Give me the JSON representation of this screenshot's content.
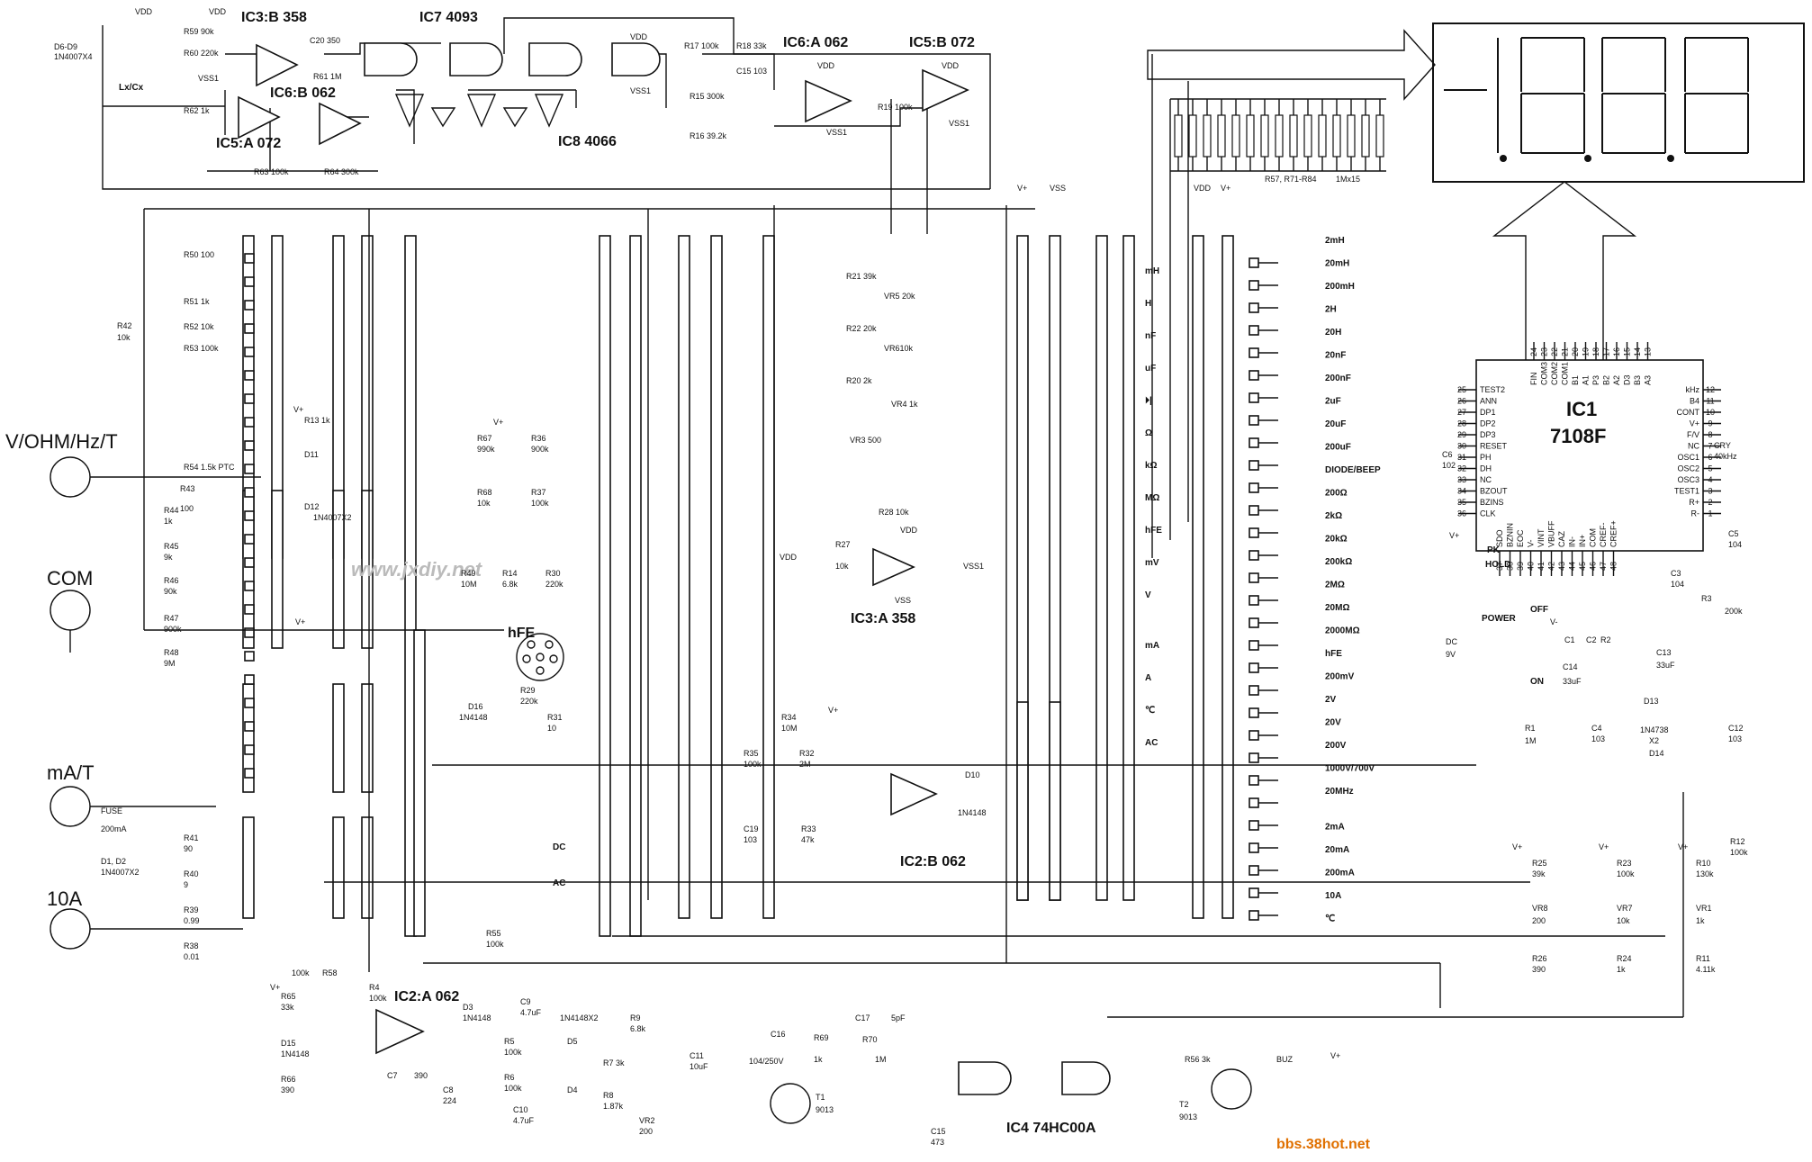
{
  "ics": {
    "ic3b": "IC3:B 358",
    "ic7": "IC7 4093",
    "ic6a": "IC6:A 062",
    "ic5b": "IC5:B 072",
    "ic6b": "IC6:B 062",
    "ic5a": "IC5:A 072",
    "ic8": "IC8 4066",
    "ic3a": "IC3:A 358",
    "ic2b": "IC2:B 062",
    "ic2a": "IC2:A 062",
    "ic4": "IC4 74HC00A",
    "ic1_name": "IC1",
    "ic1_part": "7108F"
  },
  "terminals": {
    "v_ohm": "V/OHM/Hz/T",
    "com": "COM",
    "ma": "mA/T",
    "a10": "10A"
  },
  "power": {
    "vdd": "VDD",
    "vss": "VSS",
    "vss1": "VSS1",
    "vplus": "V+",
    "vminus": "V-"
  },
  "components": {
    "d6d9": "D6-D9",
    "d6d9_part": "1N4007X4",
    "lxcx": "Lx/Cx",
    "r59": "R59 90k",
    "r60": "R60 220k",
    "r62": "R62 1k",
    "r61": "R61 1M",
    "c20": "C20 350",
    "r63": "R63 100k",
    "r64": "R64 300k",
    "r17": "R17 100k",
    "r18": "R18 33k",
    "c15": "C15 103",
    "r15": "R15 300k",
    "r16": "R16 39.2k",
    "r19": "R19 100k",
    "r57": "R57, R71-R84",
    "r57v": "1Mx15",
    "r50": "R50 100",
    "r51": "R51 1k",
    "r52": "R52 10k",
    "r53": "R53 100k",
    "r42": "R42",
    "r42v": "10k",
    "r13": "R13 1k",
    "d11": "D11",
    "d12": "D12",
    "d12p": "1N4007X2",
    "r54": "R54 1.5k PTC",
    "r43": "R43",
    "r43v": "100",
    "r44": "R44",
    "r44v": "1k",
    "r45": "R45",
    "r45v": "9k",
    "r46": "R46",
    "r46v": "90k",
    "r47": "R47",
    "r47v": "900k",
    "r48": "R48",
    "r48v": "9M",
    "r67": "R67",
    "r67v": "990k",
    "r68": "R68",
    "r68v": "10k",
    "r36": "R36",
    "r36v": "900k",
    "r37": "R37",
    "r37v": "100k",
    "r49": "R49",
    "r49v": "10M",
    "r14": "R14",
    "r14v": "6.8k",
    "r30": "R30",
    "r30v": "220k",
    "hfe": "hFE",
    "r29": "R29",
    "r29v": "220k",
    "r31": "R31",
    "r31v": "10",
    "d16": "D16",
    "d16p": "1N4148",
    "r21": "R21 39k",
    "vr5": "VR5 20k",
    "r22": "R22 20k",
    "vr6": "VR610k",
    "r20": "R20 2k",
    "vr4": "VR4 1k",
    "vr3": "VR3 500",
    "r28": "R28 10k",
    "r27": "R27",
    "r27v": "10k",
    "r34": "R34",
    "r34v": "10M",
    "r35": "R35",
    "r35v": "100k",
    "r32": "R32",
    "r32v": "2M",
    "c19": "C19",
    "c19v": "103",
    "r33": "R33",
    "r33v": "47k",
    "d10": "D10",
    "d10p": "1N4148",
    "fuse": "FUSE",
    "fusev": "200mA",
    "d1d2": "D1, D2",
    "d1d2p": "1N4007X2",
    "r41": "R41",
    "r41v": "90",
    "r40": "R40",
    "r40v": "9",
    "r39": "R39",
    "r39v": "0.99",
    "r38": "R38",
    "r38v": "0.01",
    "dc": "DC",
    "ac": "AC",
    "r55": "R55",
    "r55v": "100k",
    "r65": "R65",
    "r65v": "33k",
    "d15": "D15",
    "d15p": "1N4148",
    "r66": "R66",
    "r66v": "390",
    "r58": "R58",
    "r58v": "100k",
    "r4": "R4",
    "r4v": "100k",
    "d3": "D3",
    "d3p": "1N4148",
    "c7": "C7",
    "c7v": "390",
    "c8": "C8",
    "c8v": "224",
    "r5": "R5",
    "r5v": "100k",
    "r6": "R6",
    "r6v": "100k",
    "c9": "C9",
    "c9v": "4.7uF",
    "c10": "C10",
    "c10v": "4.7uF",
    "d4d5": "1N4148X2",
    "d5": "D5",
    "d4": "D4",
    "r9": "R9",
    "r9v": "6.8k",
    "r7": "R7 3k",
    "r8": "R8",
    "r8v": "1.87k",
    "vr2": "VR2",
    "vr2v": "200",
    "c11": "C11",
    "c11v": "10uF",
    "c16": "C16",
    "c16v": "104/250V",
    "r69": "R69",
    "r69v": "1k",
    "c17": "C17",
    "c17v": "5pF",
    "r70": "R70",
    "r70v": "1M",
    "t1": "T1",
    "t1p": "9013",
    "c15b": "C15",
    "c15bv": "473",
    "r56": "R56 3k",
    "t2": "T2",
    "t2p": "9013",
    "buz": "BUZ",
    "c6": "C6",
    "c6v": "102",
    "pk": "PK",
    "hold": "HOLD",
    "power_sw": "POWER",
    "off": "OFF",
    "on": "ON",
    "dc9": "DC",
    "dc9v": "9V",
    "c1": "C1",
    "c2": "C2",
    "r2": "R2",
    "c14": "C14",
    "c14v": "33uF",
    "c13": "C13",
    "c13v": "33uF",
    "c3": "C3",
    "c3v": "104",
    "c5": "C5",
    "c5v": "104",
    "r3": "R3",
    "r3v": "200k",
    "cry": "CRY",
    "cryv": "40kHz",
    "r1": "R1",
    "r1v": "1M",
    "c4": "C4",
    "c4v": "103",
    "d13": "D13",
    "d14": "D14",
    "d1314": "1N4738",
    "d1314x": "X2",
    "c12": "C12",
    "c12v": "103",
    "r25": "R25",
    "r25v": "39k",
    "vr8": "VR8",
    "vr8v": "200",
    "r26": "R26",
    "r26v": "390",
    "r23": "R23",
    "r23v": "100k",
    "vr7": "VR7",
    "vr7v": "10k",
    "r24": "R24",
    "r24v": "1k",
    "r10": "R10",
    "r10v": "130k",
    "vr1": "VR1",
    "vr1v": "1k",
    "r11": "R11",
    "r11v": "4.11k",
    "r12": "R12",
    "r12v": "100k"
  },
  "switch_left": [
    "mH",
    "H",
    "nF",
    "uF",
    "⏵|",
    "Ω",
    "kΩ",
    "MΩ",
    "hFE",
    "mV",
    "V",
    "mA",
    "A",
    "℃",
    "AC"
  ],
  "switch_right": [
    "2mH",
    "20mH",
    "200mH",
    "2H",
    "20H",
    "20nF",
    "200nF",
    "2uF",
    "20uF",
    "200uF",
    "DIODE/BEEP",
    "200Ω",
    "2kΩ",
    "20kΩ",
    "200kΩ",
    "2MΩ",
    "20MΩ",
    "2000MΩ",
    "hFE",
    "200mV",
    "2V",
    "20V",
    "200V",
    "1000V/700V",
    "20MHz",
    "2mA",
    "20mA",
    "200mA",
    "10A",
    "℃"
  ],
  "ic1_left_pins": [
    {
      "n": "25",
      "name": "TEST2"
    },
    {
      "n": "26",
      "name": "ANN"
    },
    {
      "n": "27",
      "name": "DP1"
    },
    {
      "n": "28",
      "name": "DP2"
    },
    {
      "n": "29",
      "name": "DP3"
    },
    {
      "n": "30",
      "name": "RESET"
    },
    {
      "n": "31",
      "name": "PH"
    },
    {
      "n": "32",
      "name": "DH"
    },
    {
      "n": "33",
      "name": "NC"
    },
    {
      "n": "34",
      "name": "BZOUT"
    },
    {
      "n": "35",
      "name": "BZINS"
    },
    {
      "n": "36",
      "name": "CLK"
    }
  ],
  "ic1_right_pins": [
    {
      "n": "12",
      "name": "kHz"
    },
    {
      "n": "11",
      "name": "B4"
    },
    {
      "n": "10",
      "name": "CONT"
    },
    {
      "n": "9",
      "name": "V+"
    },
    {
      "n": "8",
      "name": "F/V"
    },
    {
      "n": "7",
      "name": "NC"
    },
    {
      "n": "6",
      "name": "OSC1"
    },
    {
      "n": "5",
      "name": "OSC2"
    },
    {
      "n": "4",
      "name": "OSC3"
    },
    {
      "n": "3",
      "name": "TEST1"
    },
    {
      "n": "2",
      "name": "R+"
    },
    {
      "n": "1",
      "name": "R-"
    }
  ],
  "ic1_top_pins": [
    {
      "n": "24",
      "name": "FIN"
    },
    {
      "n": "23",
      "name": "COM3"
    },
    {
      "n": "22",
      "name": "COM2"
    },
    {
      "n": "21",
      "name": "COM1"
    },
    {
      "n": "20",
      "name": "B1"
    },
    {
      "n": "19",
      "name": "A1"
    },
    {
      "n": "18",
      "name": "P3"
    },
    {
      "n": "17",
      "name": "B2"
    },
    {
      "n": "16",
      "name": "A2"
    },
    {
      "n": "15",
      "name": "D3"
    },
    {
      "n": "14",
      "name": "B3"
    },
    {
      "n": "13",
      "name": "A3"
    }
  ],
  "ic1_bottom_pins": [
    {
      "n": "37",
      "name": "SDO"
    },
    {
      "n": "38",
      "name": "BZNIN"
    },
    {
      "n": "39",
      "name": "EOC"
    },
    {
      "n": "40",
      "name": "V-"
    },
    {
      "n": "41",
      "name": "VINT"
    },
    {
      "n": "42",
      "name": "VBUFF"
    },
    {
      "n": "43",
      "name": "CAZ"
    },
    {
      "n": "44",
      "name": "IN-"
    },
    {
      "n": "45",
      "name": "IN+"
    },
    {
      "n": "46",
      "name": "COM"
    },
    {
      "n": "47",
      "name": "CREF-"
    },
    {
      "n": "48",
      "name": "CREF+"
    }
  ],
  "watermark": "www.jxdiy.net",
  "footer": "bbs.38hot.net"
}
